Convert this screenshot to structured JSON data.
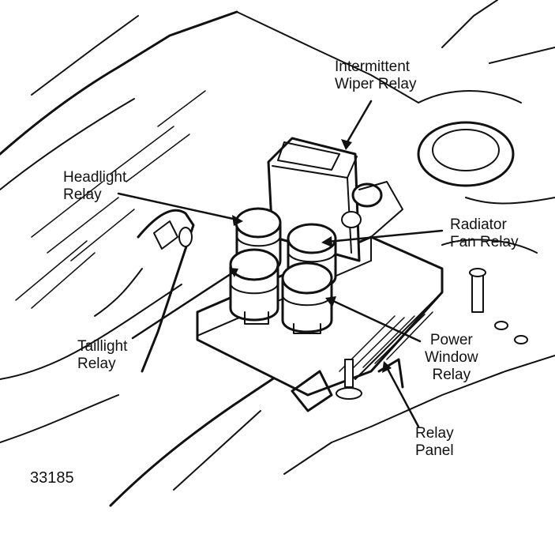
{
  "labels": {
    "intermittent_wiper": [
      "Intermittent",
      "Wiper Relay"
    ],
    "headlight": [
      "Headlight",
      "Relay"
    ],
    "radiator_fan": [
      "Radiator",
      "Fan Relay"
    ],
    "taillight": [
      "Taillight",
      "Relay"
    ],
    "power_window": [
      "Power",
      "Window",
      "Relay"
    ],
    "relay_panel": [
      "Relay",
      "Panel"
    ]
  },
  "figure_number": "33185"
}
